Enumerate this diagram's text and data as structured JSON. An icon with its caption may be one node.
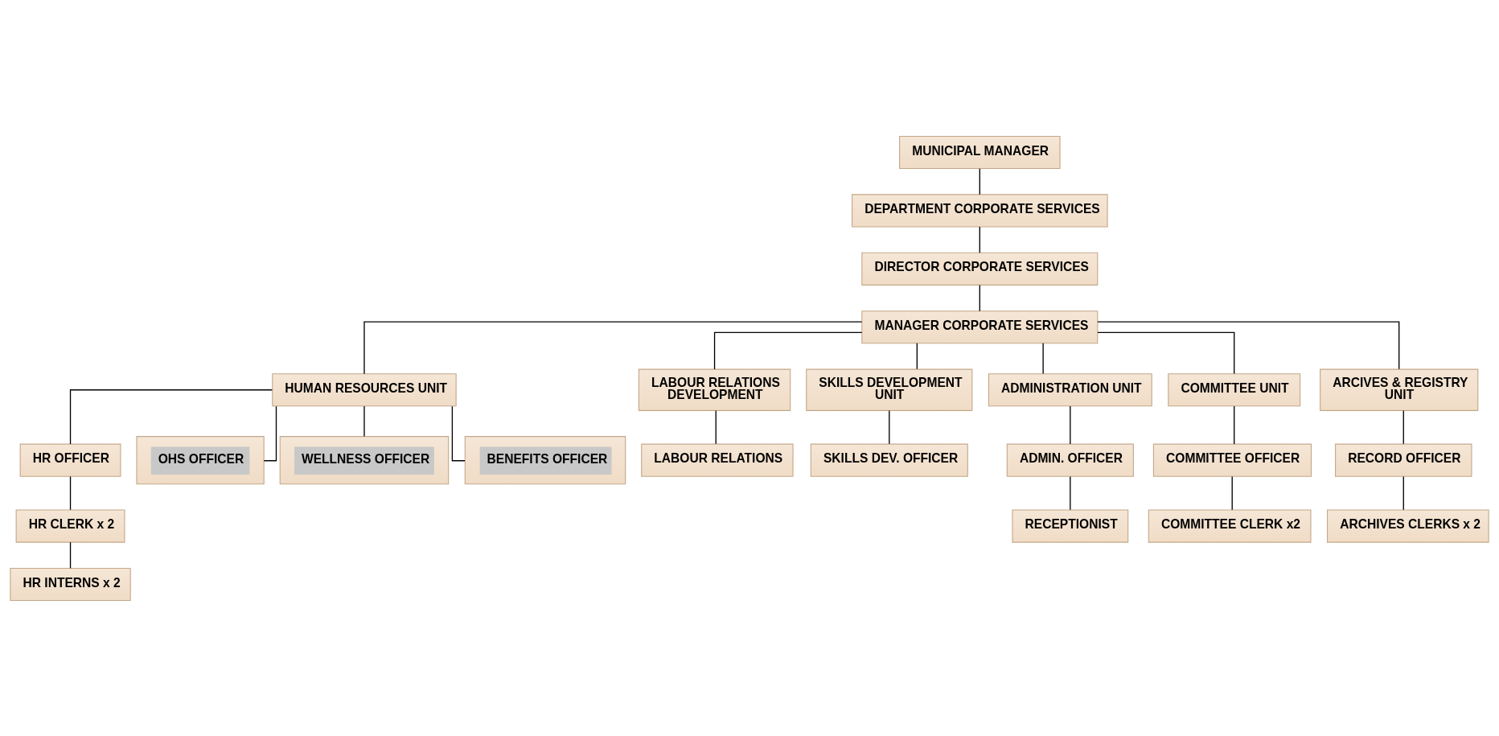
{
  "diagram": {
    "nodes": [
      {
        "text": [
          "MUNICIPAL MANAGER"
        ]
      },
      {
        "text": [
          "DEPARTMENT CORPORATE SERVICES"
        ]
      },
      {
        "text": [
          "DIRECTOR CORPORATE SERVICES"
        ]
      },
      {
        "text": [
          "MANAGER CORPORATE SERVICES"
        ]
      },
      {
        "text": [
          "HUMAN RESOURCES UNIT"
        ]
      },
      {
        "text": [
          "LABOUR RELATIONS DEVELOPMENT"
        ]
      },
      {
        "text": [
          "SKILLS DEVELOPMENT UNIT"
        ]
      },
      {
        "text": [
          "ADMINISTRATION UNIT"
        ]
      },
      {
        "text": [
          "COMMITTEE UNIT"
        ]
      },
      {
        "text": [
          "ARCIVES & REGISTRY UNIT"
        ]
      },
      {
        "text": [
          "HR OFFICER"
        ]
      },
      {
        "text": [
          "OHS OFFICER"
        ]
      },
      {
        "text": [
          "LABOUR RELATIONS"
        ]
      },
      {
        "text": [
          "SKILLS DEV. OFFICER"
        ]
      },
      {
        "text": [
          "ADMIN. OFFICER"
        ]
      },
      {
        "text": [
          "COMMITTEE OFFICER"
        ]
      },
      {
        "text": [
          "RECORD OFFICER"
        ]
      },
      {
        "text": [
          "HR CLERK x 2"
        ]
      },
      {
        "text": [
          "WELLNESS OFFICER"
        ]
      },
      {
        "text": [
          "BENEFITS OFFICER"
        ]
      },
      {
        "text": [
          "RECEPTIONIST"
        ]
      },
      {
        "text": [
          "COMMITTEE CLERK x2"
        ]
      },
      {
        "text": [
          "ARCHIVES CLERKS x 2"
        ]
      },
      {
        "text": [
          "HR INTERNS x 2"
        ]
      }
    ],
    "edges": [
      {
        "from": 0,
        "to": 1,
        "arrow": "none"
      },
      {
        "from": 1,
        "to": 2,
        "arrow": "none"
      },
      {
        "from": 2,
        "to": 3,
        "arrow": "none"
      },
      {
        "from": 3,
        "to": 4,
        "arrow": "none"
      },
      {
        "from": 3,
        "to": 5,
        "arrow": "none"
      },
      {
        "from": 3,
        "to": 6,
        "arrow": "none"
      },
      {
        "from": 3,
        "to": 7,
        "arrow": "none"
      },
      {
        "from": 3,
        "to": 8,
        "arrow": "none"
      },
      {
        "from": 3,
        "to": 9,
        "arrow": "none"
      },
      {
        "from": 4,
        "to": 10,
        "arrow": "none"
      },
      {
        "from": 4,
        "to": 11,
        "arrow": "none"
      },
      {
        "from": 4,
        "to": 18,
        "arrow": "none"
      },
      {
        "from": 4,
        "to": 19,
        "arrow": "none"
      },
      {
        "from": 10,
        "to": 17,
        "arrow": "none"
      },
      {
        "from": 17,
        "to": 23,
        "arrow": "none"
      },
      {
        "from": 5,
        "to": 12,
        "arrow": "none"
      },
      {
        "from": 6,
        "to": 13,
        "arrow": "none"
      },
      {
        "from": 7,
        "to": 14,
        "arrow": "none"
      },
      {
        "from": 14,
        "to": 20,
        "arrow": "none"
      },
      {
        "from": 8,
        "to": 15,
        "arrow": "none"
      },
      {
        "from": 15,
        "to": 21,
        "arrow": "none"
      },
      {
        "from": 9,
        "to": 16,
        "arrow": "none"
      },
      {
        "from": 16,
        "to": 22,
        "arrow": "none"
      }
    ]
  }
}
